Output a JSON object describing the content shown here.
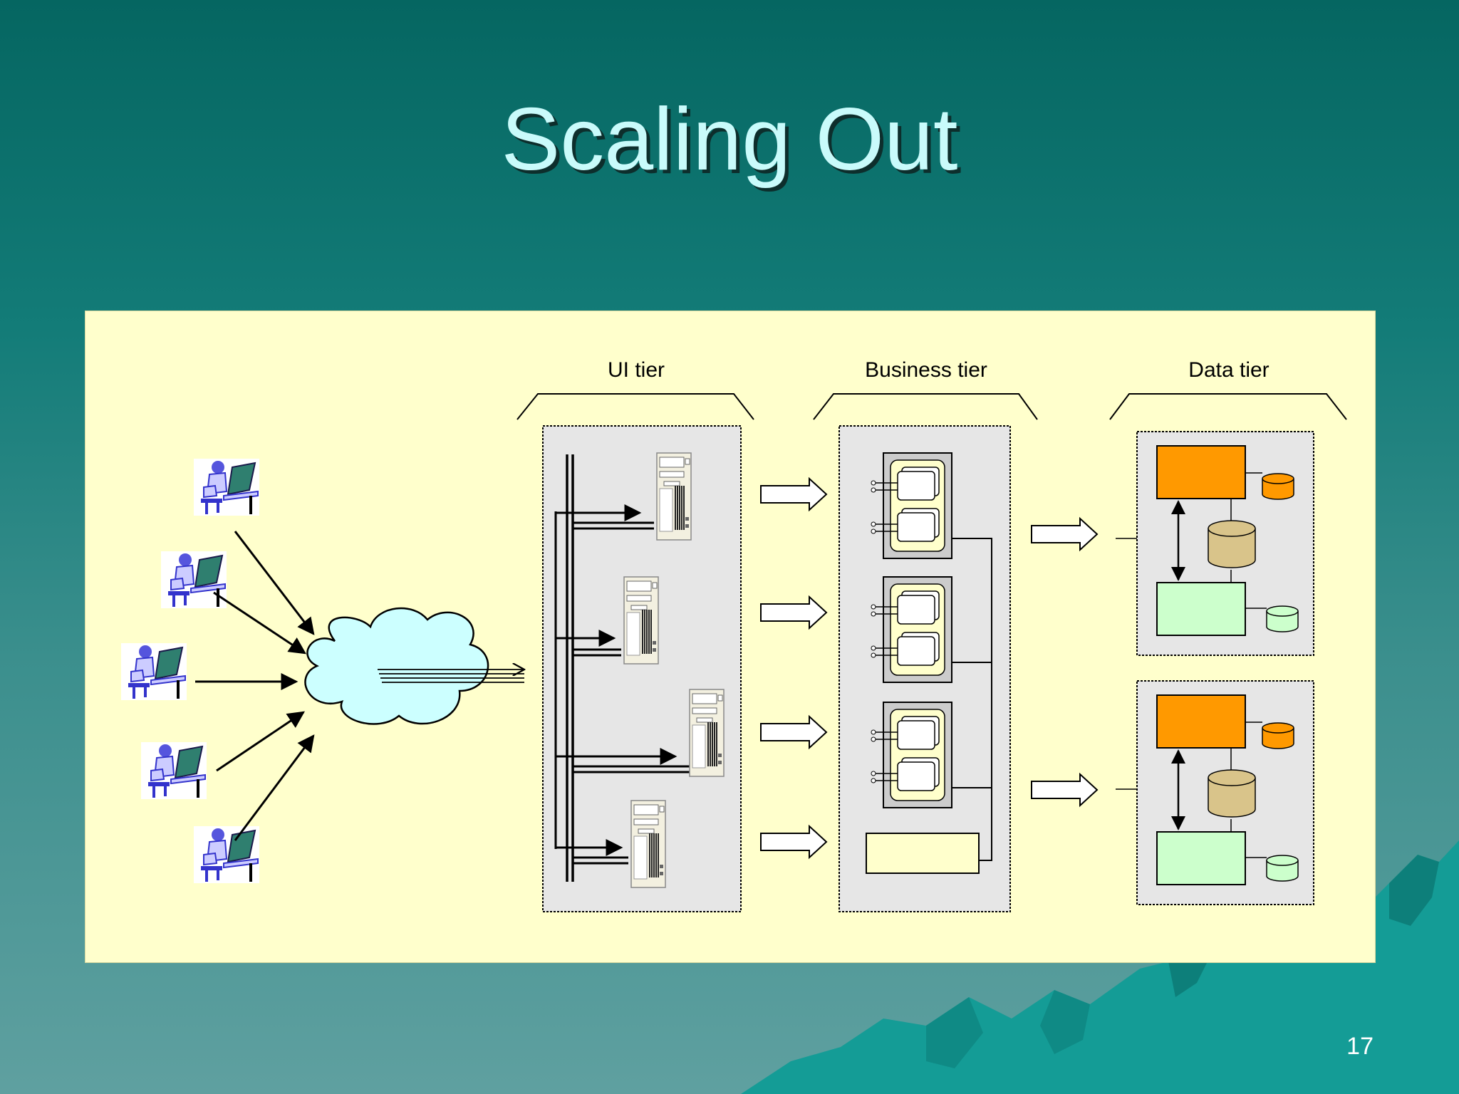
{
  "slide": {
    "title": "Scaling Out",
    "number": "17"
  },
  "diagram": {
    "tiers": [
      {
        "label": "UI tier"
      },
      {
        "label": "Business tier"
      },
      {
        "label": "Data tier"
      }
    ],
    "clients": 5,
    "ui_servers": 4,
    "business_nodes": 3,
    "data_clusters": 2,
    "colors": {
      "panel": "#ffffcc",
      "cloud": "#ccffff",
      "database_primary": "#ff9900",
      "database_secondary": "#ccffcc",
      "storage": "#d9c48a",
      "tier_box": "#e6e6e6",
      "client_icon": "#3333cc",
      "terminal": "#2f7f6f"
    }
  }
}
